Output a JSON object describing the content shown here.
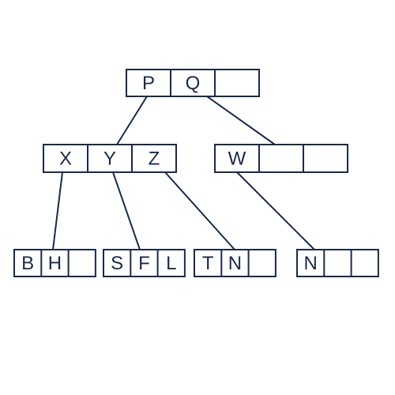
{
  "diagram": {
    "type": "tree",
    "line_color": "#1b2a4a",
    "background": "#ffffff",
    "nodes": [
      {
        "id": "root",
        "keys": [
          "P",
          "Q",
          ""
        ]
      },
      {
        "id": "n-xyz",
        "keys": [
          "X",
          "Y",
          "Z"
        ]
      },
      {
        "id": "n-w",
        "keys": [
          "W",
          "",
          ""
        ]
      },
      {
        "id": "n-bh",
        "keys": [
          "B",
          "H",
          ""
        ]
      },
      {
        "id": "n-sfl",
        "keys": [
          "S",
          "F",
          "L"
        ]
      },
      {
        "id": "n-tn",
        "keys": [
          "T",
          "N",
          ""
        ]
      },
      {
        "id": "n-n",
        "keys": [
          "N",
          "",
          ""
        ]
      }
    ],
    "edges": [
      {
        "from": "root",
        "to": "n-xyz"
      },
      {
        "from": "root",
        "to": "n-w"
      },
      {
        "from": "n-xyz",
        "to": "n-bh"
      },
      {
        "from": "n-xyz",
        "to": "n-sfl"
      },
      {
        "from": "n-xyz",
        "to": "n-tn"
      },
      {
        "from": "n-w",
        "to": "n-n"
      }
    ]
  }
}
